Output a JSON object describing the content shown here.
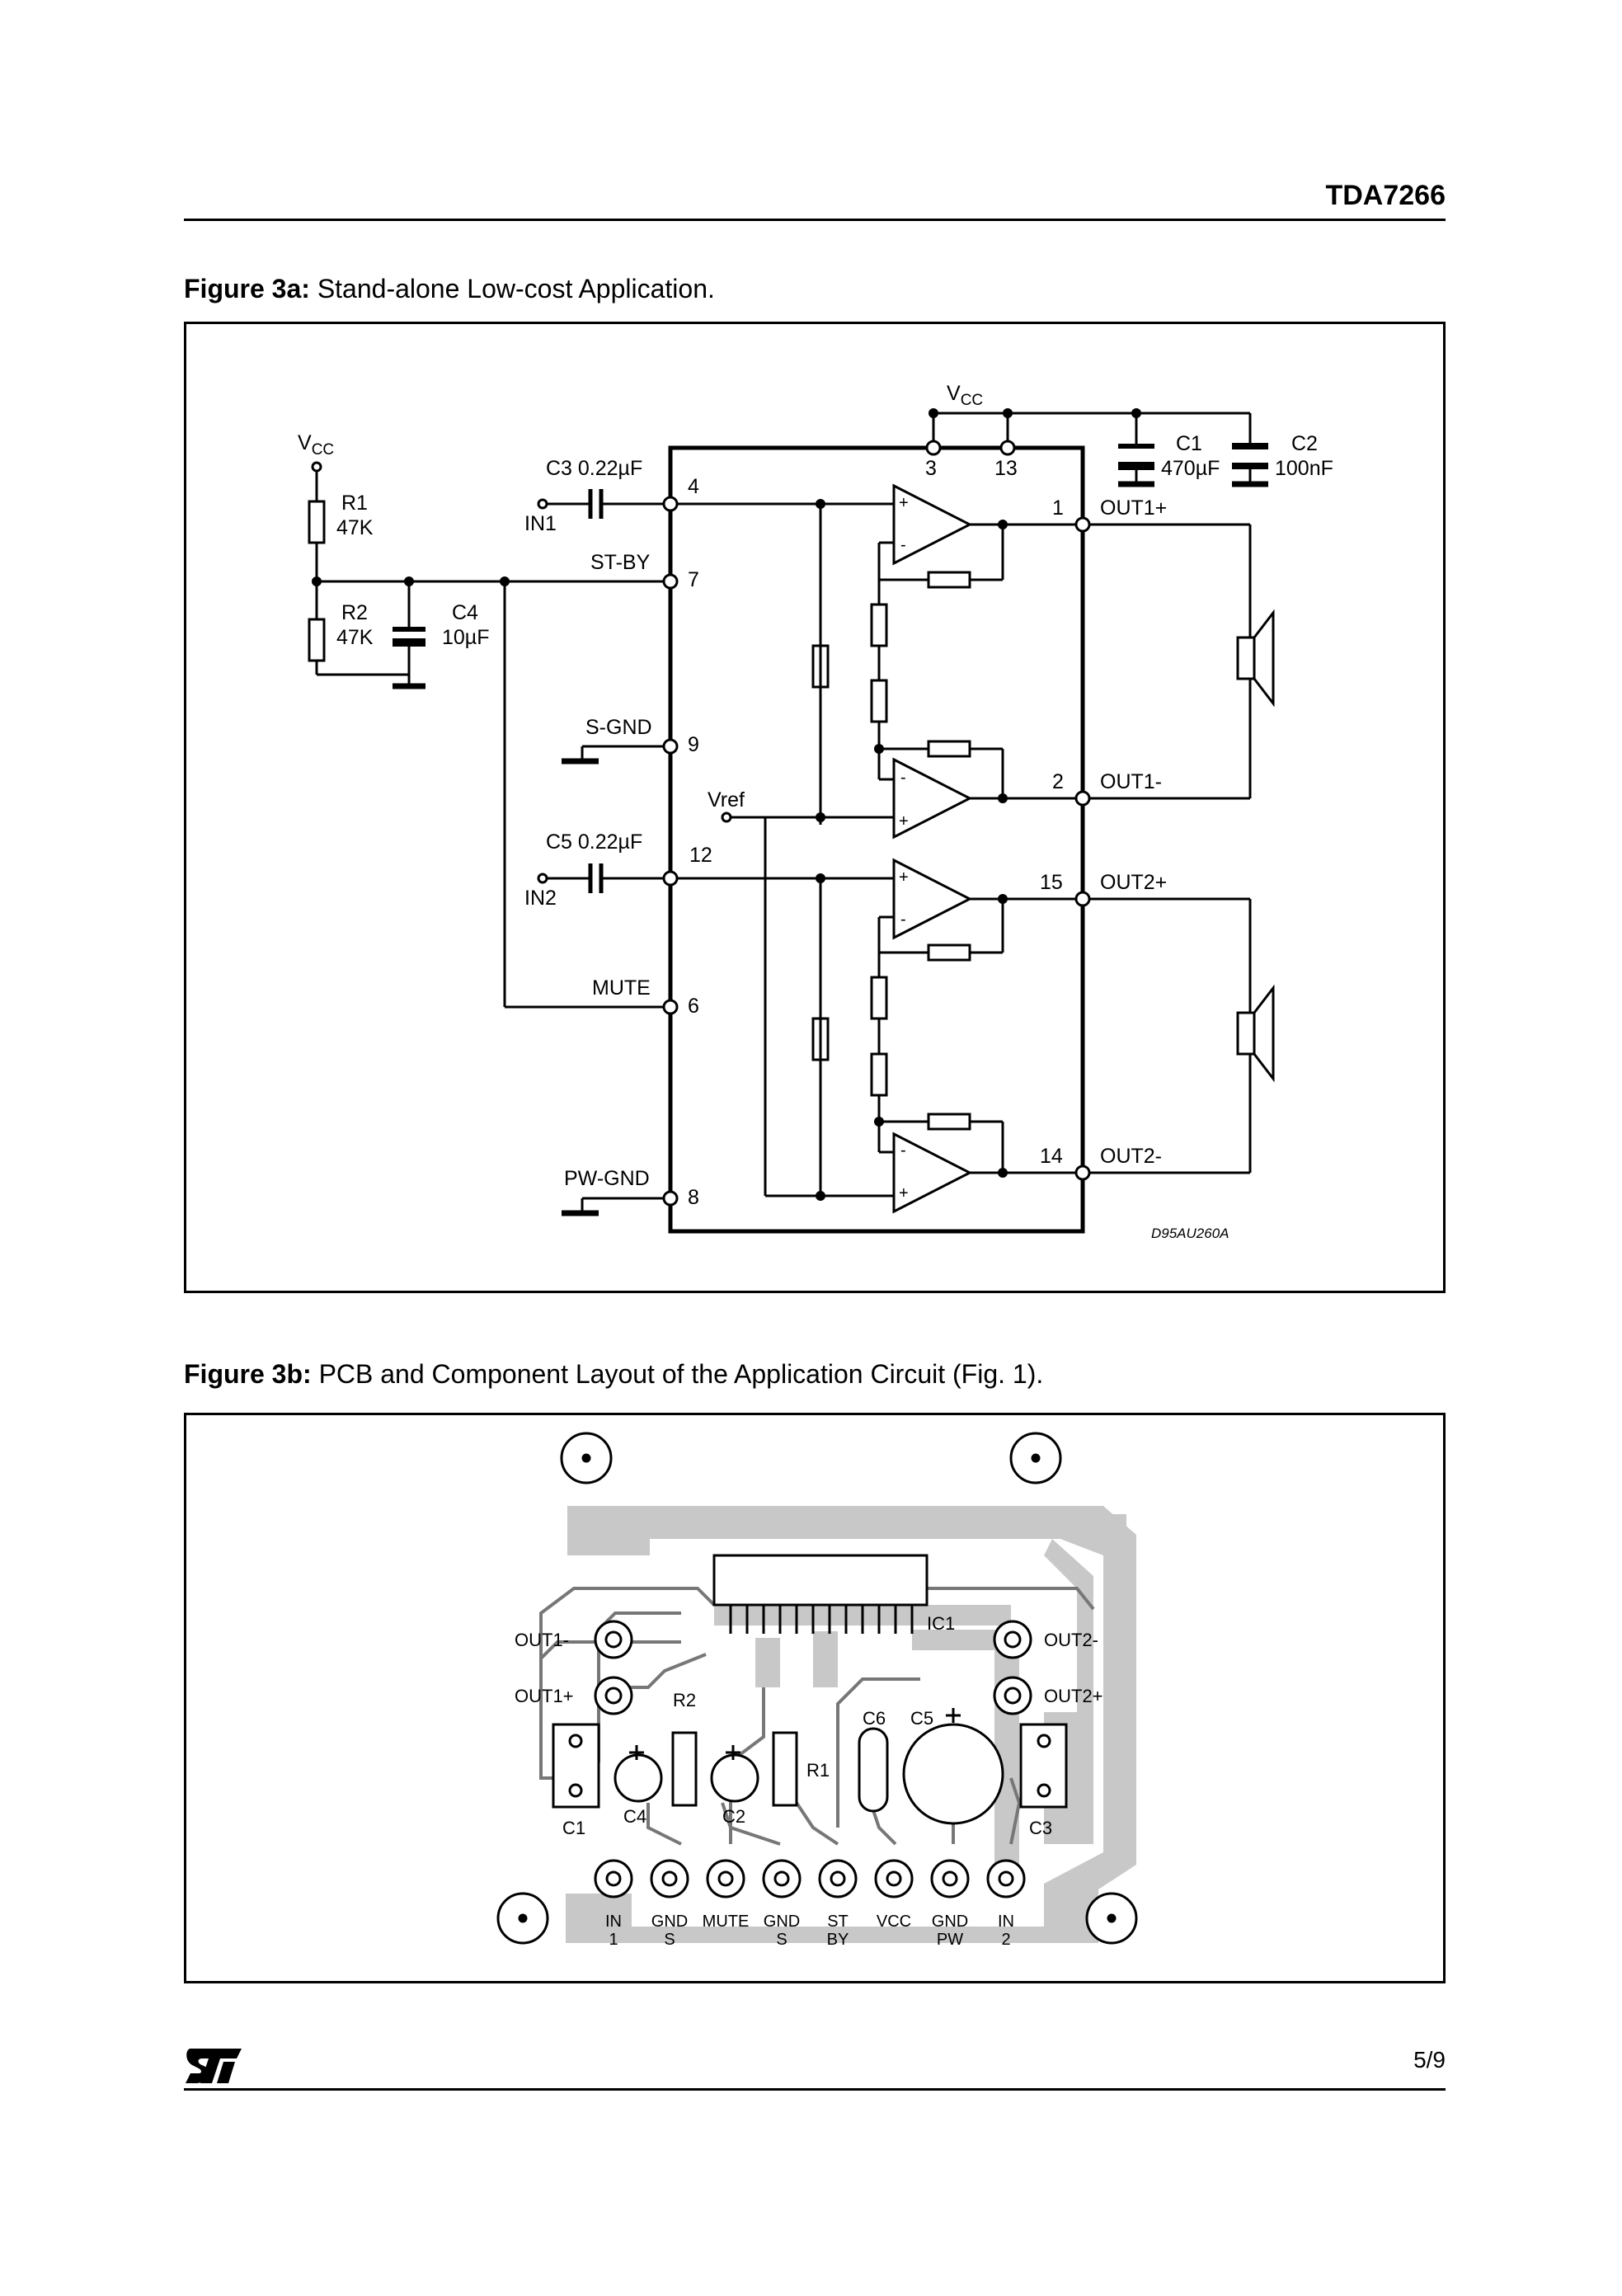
{
  "header": {
    "title": "TDA7266"
  },
  "figure3a": {
    "caption_bold": "Figure 3a:",
    "caption_text": " Stand-alone Low-cost Application.",
    "labels": {
      "vcc_top": "V",
      "vcc_top_sub": "CC",
      "vcc_left": "V",
      "vcc_left_sub": "CC",
      "r1": "R1",
      "r1_val": "47K",
      "r2": "R2",
      "r2_val": "47K",
      "c4": "C4",
      "c4_val": "10µF",
      "c3": "C3 0.22µF",
      "in1": "IN1",
      "stby": "ST-BY",
      "sgnd": "S-GND",
      "vref": "Vref",
      "c5": "C5 0.22µF",
      "in2": "IN2",
      "mute": "MUTE",
      "pwgnd": "PW-GND",
      "c1": "C1",
      "c1_val": "470µF",
      "c2": "C2",
      "c2_val": "100nF",
      "out1p": "OUT1+",
      "out1m": "OUT1-",
      "out2p": "OUT2+",
      "out2m": "OUT2-",
      "code": "D95AU260A"
    },
    "pins": {
      "p3": "3",
      "p13": "13",
      "p4": "4",
      "p7": "7",
      "p9": "9",
      "p12": "12",
      "p6": "6",
      "p8": "8",
      "p1": "1",
      "p2": "2",
      "p15": "15",
      "p14": "14"
    }
  },
  "figure3b": {
    "caption_bold": "Figure 3b:",
    "caption_text": " PCB and Component Layout of the Application Circuit (Fig. 1).",
    "labels": {
      "out1m": "OUT1-",
      "out1p": "OUT1+",
      "out2m": "OUT2-",
      "out2p": "OUT2+",
      "ic1": "IC1",
      "r2": "R2",
      "r1": "R1",
      "c6": "C6",
      "c5": "C5",
      "c1": "C1",
      "c4": "C4",
      "c2": "C2",
      "c3": "C3"
    },
    "connectors": [
      {
        "l1": "IN",
        "l2": "1"
      },
      {
        "l1": "GND",
        "l2": "S"
      },
      {
        "l1": "MUTE",
        "l2": ""
      },
      {
        "l1": "GND",
        "l2": "S"
      },
      {
        "l1": "ST",
        "l2": "BY"
      },
      {
        "l1": "VCC",
        "l2": ""
      },
      {
        "l1": "GND",
        "l2": "PW"
      },
      {
        "l1": "IN",
        "l2": "2"
      }
    ]
  },
  "footer": {
    "page": "5/9",
    "logo": "st-logo"
  }
}
